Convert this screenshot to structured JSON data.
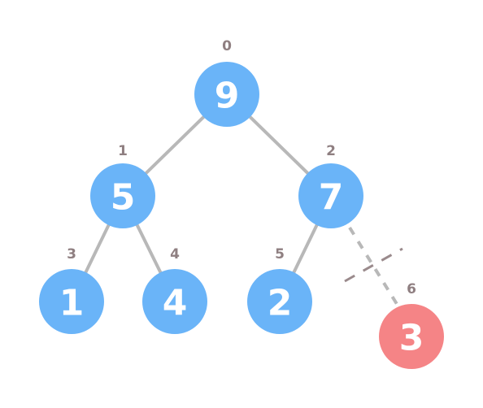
{
  "colors": {
    "node": "#6ab4f8",
    "removed_node": "#f58486",
    "edge": "#b8b8b8",
    "index_label": "#8f7f81"
  },
  "nodes": [
    {
      "index": "0",
      "value": "9",
      "state": "normal"
    },
    {
      "index": "1",
      "value": "5",
      "state": "normal"
    },
    {
      "index": "2",
      "value": "7",
      "state": "normal"
    },
    {
      "index": "3",
      "value": "1",
      "state": "normal"
    },
    {
      "index": "4",
      "value": "4",
      "state": "normal"
    },
    {
      "index": "5",
      "value": "2",
      "state": "normal"
    },
    {
      "index": "6",
      "value": "3",
      "state": "removed"
    }
  ],
  "edges": [
    {
      "from": "0",
      "to": "1",
      "style": "solid"
    },
    {
      "from": "0",
      "to": "2",
      "style": "solid"
    },
    {
      "from": "1",
      "to": "3",
      "style": "solid"
    },
    {
      "from": "1",
      "to": "4",
      "style": "solid"
    },
    {
      "from": "2",
      "to": "5",
      "style": "solid"
    },
    {
      "from": "2",
      "to": "6",
      "style": "dashed-cut"
    }
  ]
}
